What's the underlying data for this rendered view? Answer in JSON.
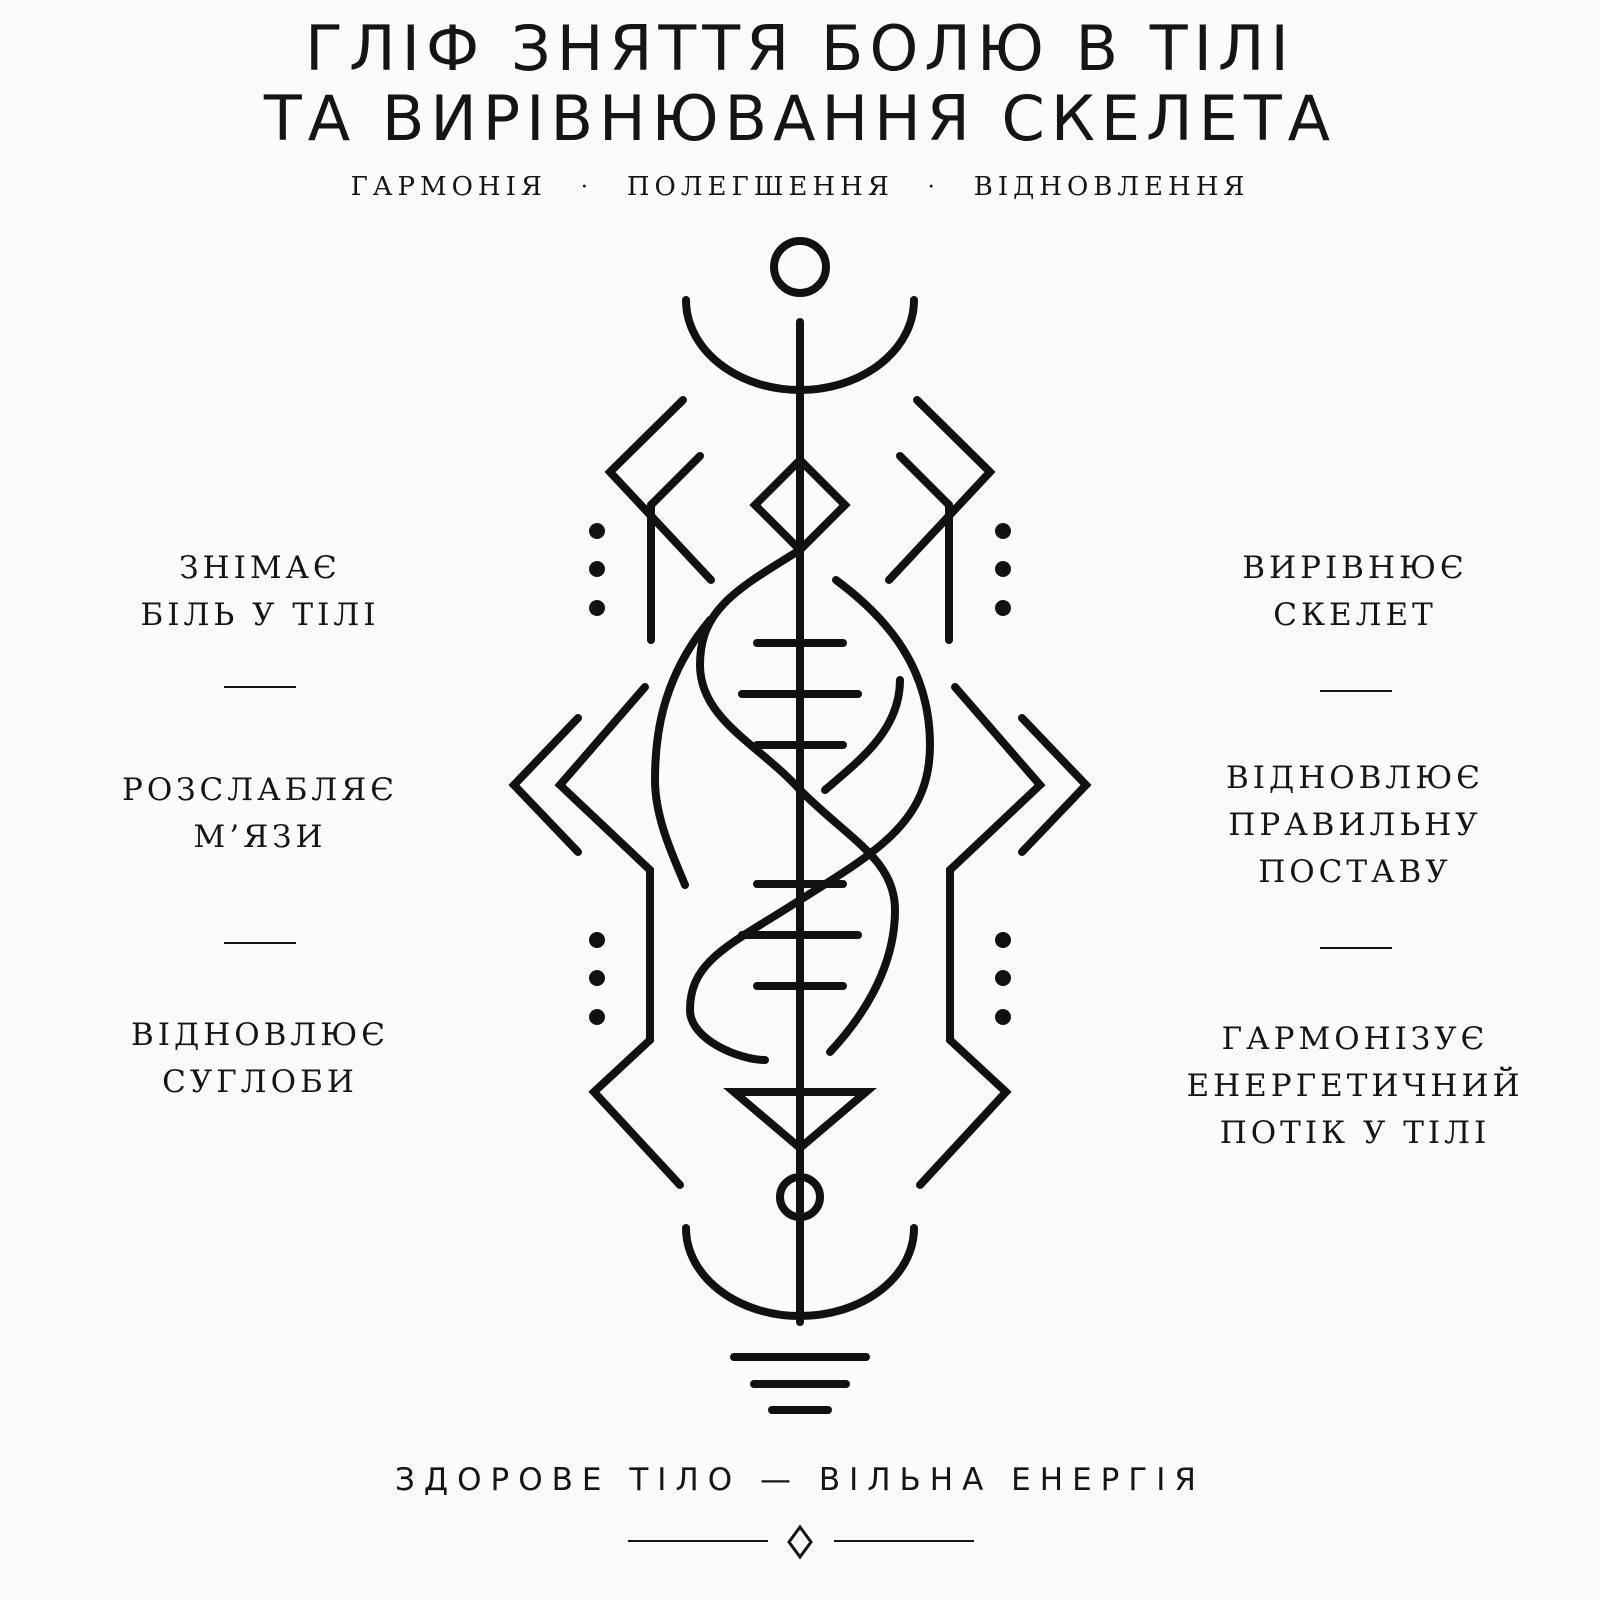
{
  "title": {
    "line1": "ГЛІФ ЗНЯТТЯ БОЛЮ В ТІЛІ",
    "line2": "ТА ВИРІВНЮВАННЯ СКЕЛЕТА"
  },
  "subtitle": {
    "items": [
      "ГАРМОНІЯ",
      "ПОЛЕГШЕННЯ",
      "ВІДНОВЛЕННЯ"
    ],
    "separator": "·"
  },
  "left_labels": [
    {
      "lines": [
        "ЗНІМАЄ",
        "БІЛЬ У ТІЛІ"
      ]
    },
    {
      "lines": [
        "РОЗСЛАБЛЯЄ",
        "М’ЯЗИ"
      ]
    },
    {
      "lines": [
        "ВІДНОВЛЮЄ",
        "СУГЛОБИ"
      ]
    }
  ],
  "right_labels": [
    {
      "lines": [
        "ВИРІВНЮЄ",
        "СКЕЛЕТ"
      ]
    },
    {
      "lines": [
        "ВІДНОВЛЮЄ",
        "ПРАВИЛЬНУ",
        "ПОСТАВУ"
      ]
    },
    {
      "lines": [
        "ГАРМОНІЗУЄ",
        "ЕНЕРГЕТИЧНИЙ",
        "ПОТІК У ТІЛІ"
      ]
    }
  ],
  "footer": {
    "motto": "ЗДОРОВЕ ТІЛО — ВІЛЬНА ЕНЕРГІЯ"
  },
  "colors": {
    "ink": "#151515",
    "background": "#fbfbf9"
  }
}
